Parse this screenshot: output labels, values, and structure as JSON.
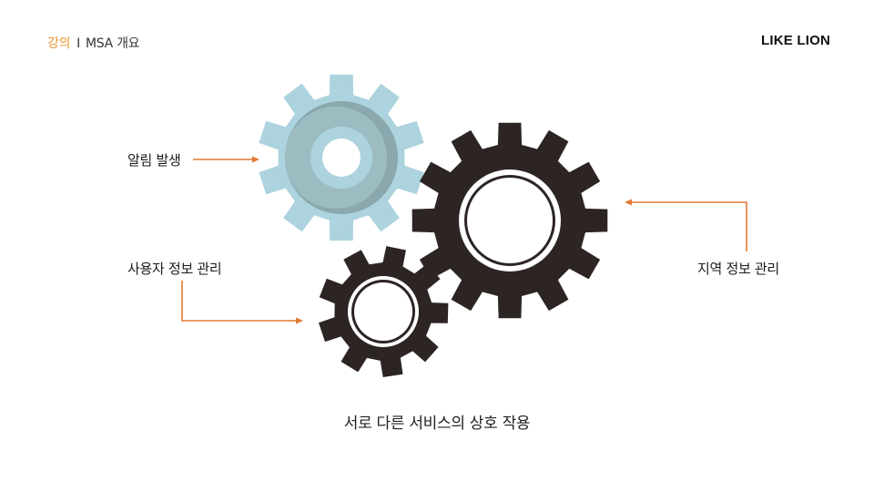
{
  "header": {
    "category": "강의",
    "separator": "I",
    "title": "MSA 개요"
  },
  "logo": {
    "text": "LIKE LION"
  },
  "labels": {
    "alarm": "알림 발생",
    "user": "사용자 정보 관리",
    "region": "지역 정보 관리"
  },
  "caption": "서로 다른 서비스의 상호 작용",
  "colors": {
    "accent": "#e8952f",
    "arrow": "#e07a35",
    "gear_light": "#acd3de",
    "gear_light_ring": "#8aa8ad",
    "gear_dark": "#2c2523"
  },
  "icons": [
    "light-blue-gear-icon",
    "large-dark-gear-icon",
    "small-dark-gear-icon"
  ]
}
